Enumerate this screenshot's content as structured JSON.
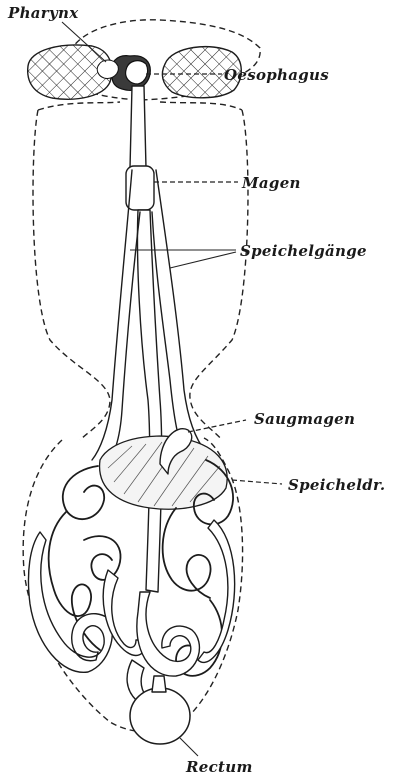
{
  "labels": {
    "pharynx": "Pharynx",
    "oesophagus": "Oesophagus",
    "magen": "Magen",
    "speichelgaenge": "Speichelgänge",
    "saugmagen": "Saugmagen",
    "speicheldr": "Speicheldr.",
    "rectum": "Rectum"
  }
}
